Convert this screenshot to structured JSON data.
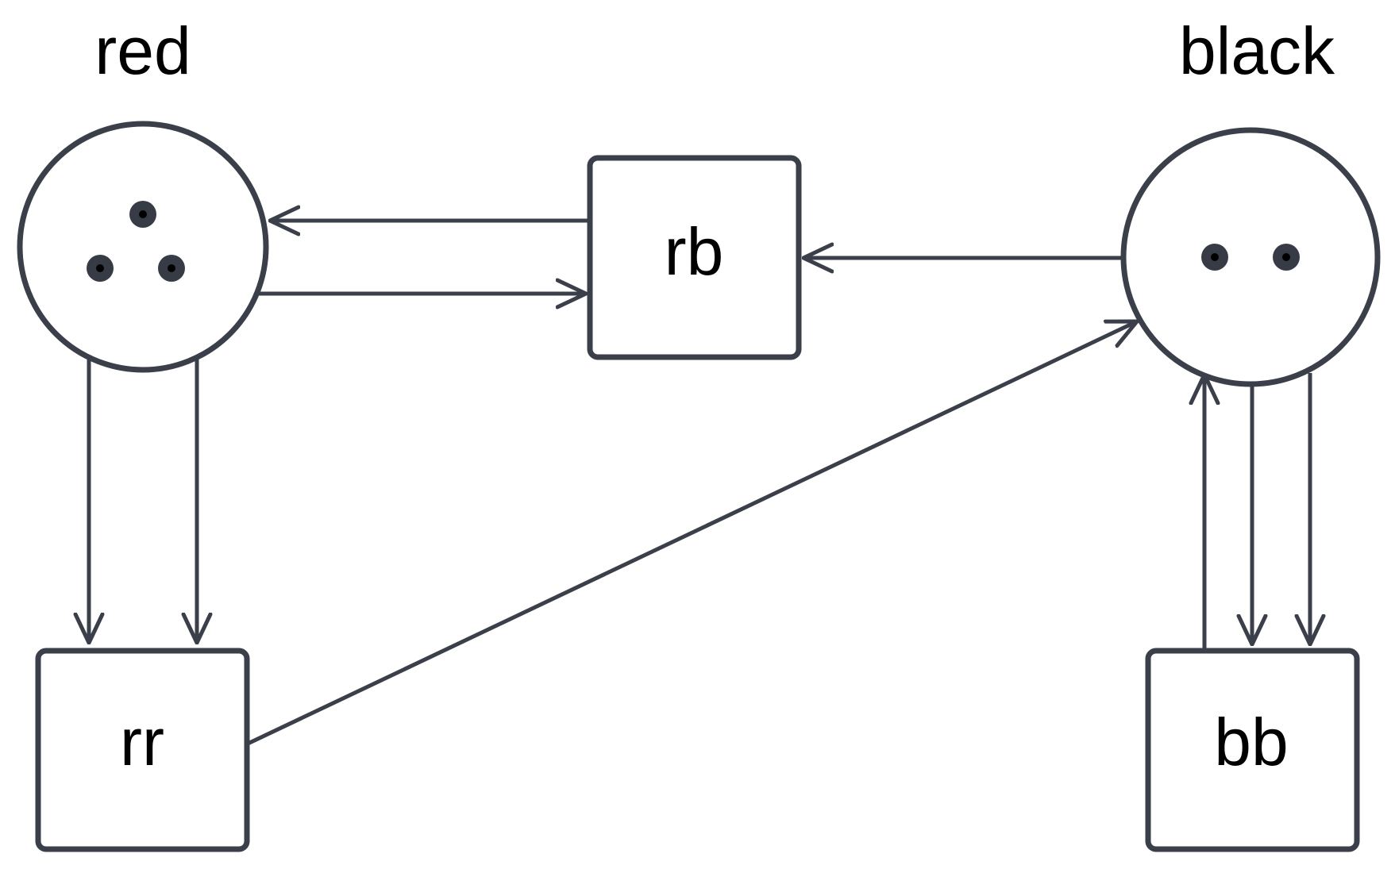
{
  "diagram": {
    "places": [
      {
        "id": "red",
        "label": "red",
        "tokens": 3
      },
      {
        "id": "black",
        "label": "black",
        "tokens": 2
      }
    ],
    "transitions": [
      {
        "id": "rb",
        "label": "rb"
      },
      {
        "id": "rr",
        "label": "rr"
      },
      {
        "id": "bb",
        "label": "bb"
      }
    ],
    "arcs": [
      {
        "from": "rb",
        "to": "red"
      },
      {
        "from": "red",
        "to": "rb"
      },
      {
        "from": "black",
        "to": "rb"
      },
      {
        "from": "red",
        "to": "rr"
      },
      {
        "from": "red",
        "to": "rr"
      },
      {
        "from": "rr",
        "to": "black"
      },
      {
        "from": "bb",
        "to": "black"
      },
      {
        "from": "black",
        "to": "bb"
      },
      {
        "from": "black",
        "to": "bb"
      }
    ]
  },
  "colors": {
    "stroke": "#3a3f4a",
    "token": "#363b45",
    "text": "#000000",
    "background": "#ffffff"
  }
}
